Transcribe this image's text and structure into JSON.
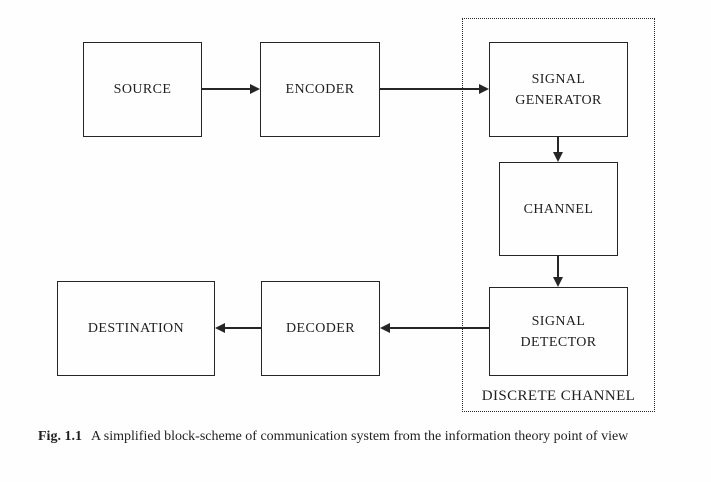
{
  "diagram": {
    "nodes": [
      {
        "id": "source",
        "label": "SOURCE"
      },
      {
        "id": "encoder",
        "label": "ENCODER"
      },
      {
        "id": "signal-generator",
        "label": "SIGNAL GENERATOR"
      },
      {
        "id": "channel",
        "label": "CHANNEL"
      },
      {
        "id": "signal-detector",
        "label": "SIGNAL DETECTOR"
      },
      {
        "id": "destination",
        "label": "DESTINATION"
      },
      {
        "id": "decoder",
        "label": "DECODER"
      }
    ],
    "group": {
      "label": "DISCRETE CHANNEL",
      "style": "dotted-border",
      "contains": [
        "signal-generator",
        "channel",
        "signal-detector"
      ]
    },
    "edges": [
      {
        "from": "source",
        "to": "encoder",
        "direction": "right"
      },
      {
        "from": "encoder",
        "to": "signal-generator",
        "direction": "right"
      },
      {
        "from": "signal-generator",
        "to": "channel",
        "direction": "down"
      },
      {
        "from": "channel",
        "to": "signal-detector",
        "direction": "down"
      },
      {
        "from": "signal-detector",
        "to": "decoder",
        "direction": "left"
      },
      {
        "from": "decoder",
        "to": "destination",
        "direction": "left"
      }
    ]
  },
  "caption": {
    "tag": "Fig. 1.1",
    "text": "A simplified block-scheme of communication system from the information theory point of view"
  },
  "colors": {
    "line": "#262626",
    "text": "#1f1f1f",
    "background": "#fefefe"
  }
}
